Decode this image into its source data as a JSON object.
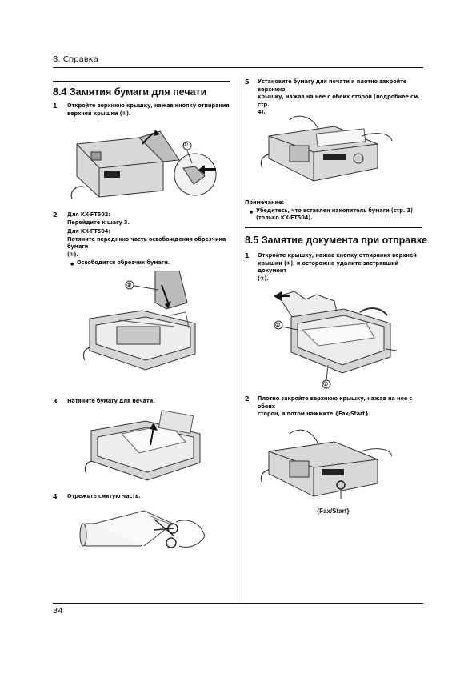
{
  "header": {
    "section": "8. Справка"
  },
  "left": {
    "title": "8.4 Замятия бумаги для печати",
    "steps": [
      {
        "num": "1",
        "lines": [
          "Откройте верхнюю крышку, нажав кнопку отпирания",
          "верхней крышки (①)."
        ]
      },
      {
        "num": "2",
        "lines": [
          "Для KX-FT502:",
          "Перейдите к шагу 3.",
          "Для KX-FT504:",
          "Потяните переднюю часть освобождения обрезчика бумаги",
          "(①)."
        ],
        "bullet": "Освободится обрезчик бумаги."
      },
      {
        "num": "3",
        "lines": [
          "Натяните бумагу для печати."
        ]
      },
      {
        "num": "4",
        "lines": [
          "Отрежьте смятую часть."
        ]
      }
    ],
    "callouts": {
      "c1": "①",
      "c2": "①"
    }
  },
  "right": {
    "step5": {
      "num": "5",
      "lines": [
        "Установите бумагу для печати и плотно закройте верхнюю",
        "крышку, нажав на нее с обеих сторон (подробнее см. стр.",
        "4)."
      ]
    },
    "note": {
      "label": "Примечание:",
      "bullet_lines": [
        "Убедитесь, что вставлен накопитель бумаги (стр. 3)",
        "(только KX-FT504)."
      ]
    },
    "title": "8.5 Замятие документа при отправке",
    "steps": [
      {
        "num": "1",
        "lines": [
          "Откройте крышку, нажав кнопку отпирания верхней",
          "крышки (①), и осторожно удалите застрявший документ",
          "(②)."
        ]
      },
      {
        "num": "2",
        "lines": [
          "Плотно закройте верхнюю крышку, нажав на нее с обеих",
          "сторон, а потом нажмите {Fax/Start}."
        ]
      }
    ],
    "callouts": {
      "c1": "①",
      "c2": "②"
    },
    "fax_start_label": "{Fax/Start}"
  },
  "footer": {
    "page_number": "34"
  }
}
